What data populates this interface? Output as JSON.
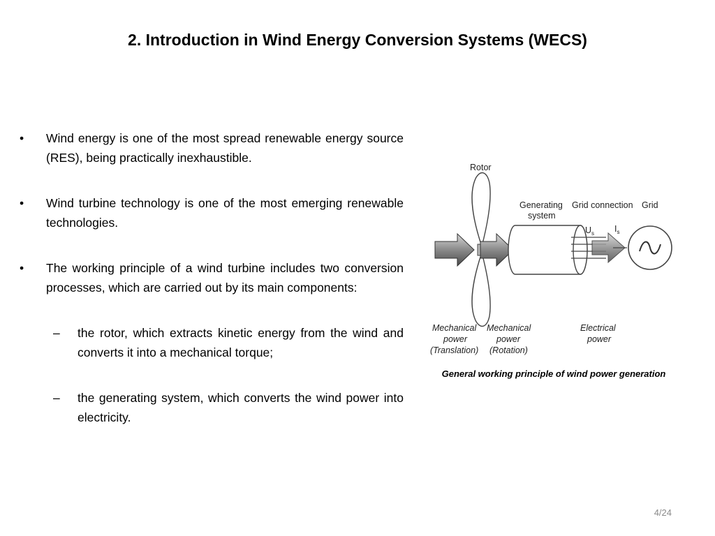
{
  "slide": {
    "title": "2. Introduction in Wind Energy Conversion Systems (WECS)",
    "bullet_marker": "•",
    "sub_marker": "–",
    "bullets": [
      {
        "text": "Wind energy is one of the most spread renewable energy source (RES), being practically inexhaustible."
      },
      {
        "text": "Wind turbine technology is one of the most emerging renewable technologies."
      },
      {
        "text": "The working principle of a wind turbine includes two conversion processes, which are carried out by its main components:"
      }
    ],
    "sub_bullets": [
      {
        "text": "the rotor, which extracts kinetic energy from the wind and converts it into a mechanical torque;"
      },
      {
        "text": "the generating system, which converts the wind power into electricity."
      }
    ],
    "page_number": "4/24"
  },
  "figure": {
    "label_rotor": "Rotor",
    "label_generating_1": "Generating",
    "label_generating_2": "system",
    "label_grid_connection": "Grid connection",
    "label_grid": "Grid",
    "label_us": "U",
    "label_us_sub": "s",
    "label_is": "I",
    "label_is_sub": "s",
    "label_mech_trans_1": "Mechanical",
    "label_mech_trans_2": "power",
    "label_mech_trans_3": "(Translation)",
    "label_mech_rot_1": "Mechanical",
    "label_mech_rot_2": "power",
    "label_mech_rot_3": "(Rotation)",
    "label_elec_1": "Electrical",
    "label_elec_2": "power",
    "caption": "General working principle of wind power generation"
  }
}
